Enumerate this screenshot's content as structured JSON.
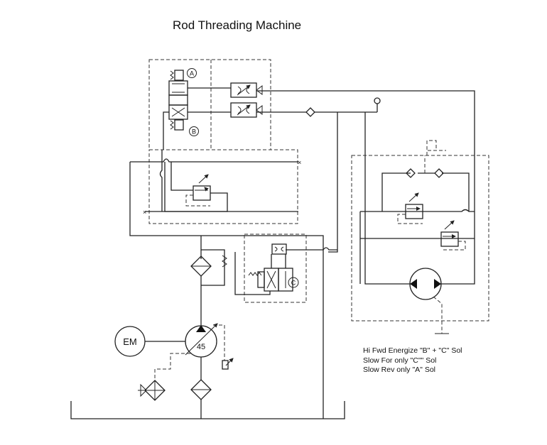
{
  "title": "Rod Threading Machine",
  "labels": {
    "sol_a": "A",
    "sol_b": "B",
    "sol_c": "C",
    "motor": "EM",
    "pump_size": "45"
  },
  "notes": [
    "Hi Fwd Energize \"B\" + \"C\" Sol",
    "Slow For only \"C\"\" Sol",
    "Slow Rev only \"A\" Sol"
  ],
  "colors": {
    "line": "#222222",
    "text": "#111111"
  }
}
